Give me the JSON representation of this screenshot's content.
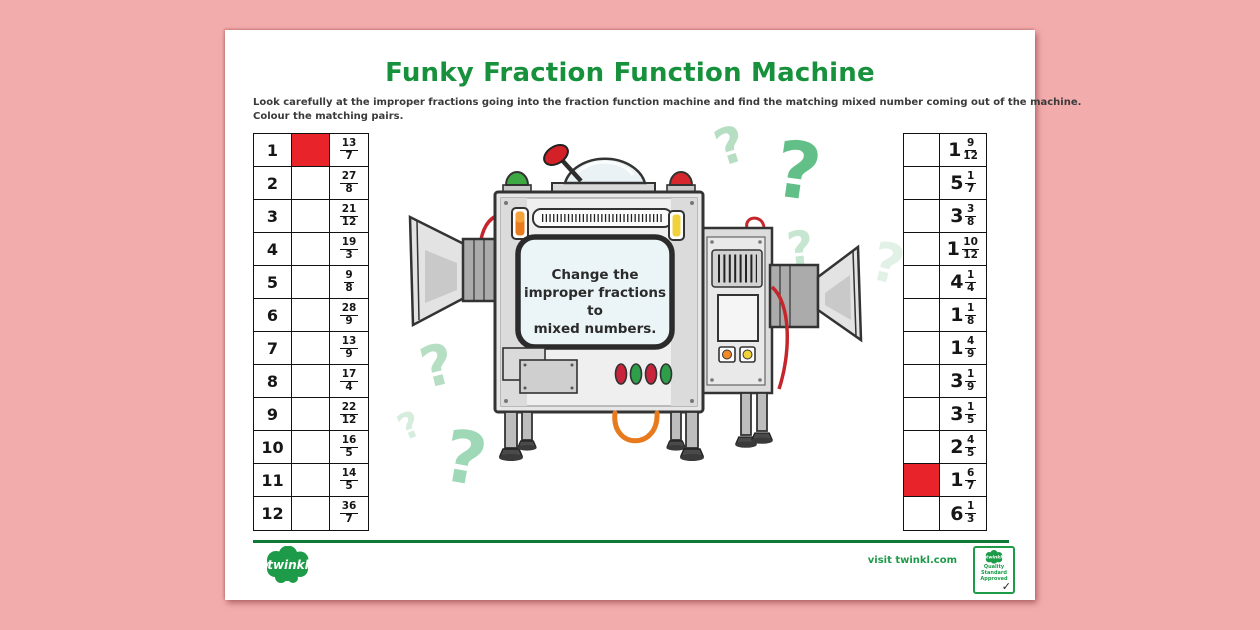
{
  "page": {
    "title": "Funky Fraction Function Machine",
    "instructions_line1": "Look carefully at the improper fractions going into the fraction function machine and find the matching mixed number coming out of the machine.",
    "instructions_line2": "Colour the matching pairs."
  },
  "colors": {
    "background_pink": "#F3ACAC",
    "title_green": "#17913C",
    "twinkl_green": "#1D9B48",
    "highlight_red": "#E8242A",
    "screen_blue": "#EBF4F6",
    "qm_light": "#B5DEC2",
    "qm_mid": "#52B97B",
    "instruction_text": "#3A3A3A"
  },
  "icons": {
    "question_mark": "?",
    "check": "✓"
  },
  "machine": {
    "screen_lines": [
      "Change the",
      "improper fractions to",
      "mixed numbers."
    ]
  },
  "left_table": {
    "rows": [
      {
        "number": "1",
        "numerator": "13",
        "denominator": "7",
        "filled": true
      },
      {
        "number": "2",
        "numerator": "27",
        "denominator": "8",
        "filled": false
      },
      {
        "number": "3",
        "numerator": "21",
        "denominator": "12",
        "filled": false
      },
      {
        "number": "4",
        "numerator": "19",
        "denominator": "3",
        "filled": false
      },
      {
        "number": "5",
        "numerator": "9",
        "denominator": "8",
        "filled": false
      },
      {
        "number": "6",
        "numerator": "28",
        "denominator": "9",
        "filled": false
      },
      {
        "number": "7",
        "numerator": "13",
        "denominator": "9",
        "filled": false
      },
      {
        "number": "8",
        "numerator": "17",
        "denominator": "4",
        "filled": false
      },
      {
        "number": "9",
        "numerator": "22",
        "denominator": "12",
        "filled": false
      },
      {
        "number": "10",
        "numerator": "16",
        "denominator": "5",
        "filled": false
      },
      {
        "number": "11",
        "numerator": "14",
        "denominator": "5",
        "filled": false
      },
      {
        "number": "12",
        "numerator": "36",
        "denominator": "7",
        "filled": false
      }
    ]
  },
  "right_table": {
    "rows": [
      {
        "whole": "1",
        "numerator": "9",
        "denominator": "12",
        "filled": false
      },
      {
        "whole": "5",
        "numerator": "1",
        "denominator": "7",
        "filled": false
      },
      {
        "whole": "3",
        "numerator": "3",
        "denominator": "8",
        "filled": false
      },
      {
        "whole": "1",
        "numerator": "10",
        "denominator": "12",
        "filled": false
      },
      {
        "whole": "4",
        "numerator": "1",
        "denominator": "4",
        "filled": false
      },
      {
        "whole": "1",
        "numerator": "1",
        "denominator": "8",
        "filled": false
      },
      {
        "whole": "1",
        "numerator": "4",
        "denominator": "9",
        "filled": false
      },
      {
        "whole": "3",
        "numerator": "1",
        "denominator": "9",
        "filled": false
      },
      {
        "whole": "3",
        "numerator": "1",
        "denominator": "5",
        "filled": false
      },
      {
        "whole": "2",
        "numerator": "4",
        "denominator": "5",
        "filled": false
      },
      {
        "whole": "1",
        "numerator": "6",
        "denominator": "7",
        "filled": true
      },
      {
        "whole": "6",
        "numerator": "1",
        "denominator": "3",
        "filled": false
      }
    ]
  },
  "footer": {
    "logo_text": "twinkl",
    "visit_text": "visit twinkl.com",
    "badge": {
      "brand": "twinkl",
      "line1": "Quality Standard",
      "line2": "Approved"
    }
  }
}
